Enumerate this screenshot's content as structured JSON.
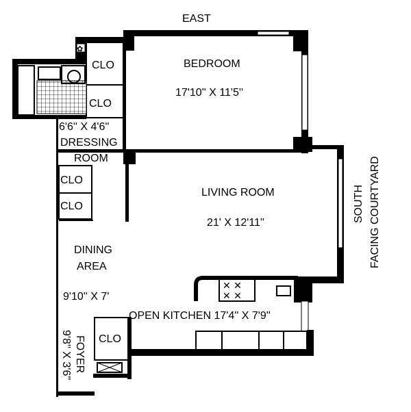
{
  "orientation": {
    "top": "EAST",
    "right": "SOUTH",
    "right_line2": "FACING COURTYARD"
  },
  "rooms": {
    "bedroom": {
      "name": "BEDROOM",
      "size": "17'10'' X 11'5''"
    },
    "living_room": {
      "name": "LIVING ROOM",
      "size": "21' X 12'11''"
    },
    "dressing_room": {
      "size": "6'6'' X 4'6''",
      "name_line1": "DRESSING",
      "name_line2": "ROOM"
    },
    "dining_area": {
      "name_line1": "DINING",
      "name_line2": "AREA",
      "size": "9'10'' X 7'"
    },
    "kitchen": {
      "label": "OPEN KITCHEN 17'4'' X 7'9''"
    },
    "foyer": {
      "name": "FOYER",
      "size": "9'8'' X 3'6''"
    }
  },
  "closets": {
    "clo_bedroom_1": "CLO",
    "clo_bedroom_2": "CLO",
    "clo_dining_1": "CLO",
    "clo_dining_2": "CLO",
    "clo_foyer": "CLO"
  },
  "colors": {
    "walls": "#000000",
    "background": "#ffffff"
  }
}
